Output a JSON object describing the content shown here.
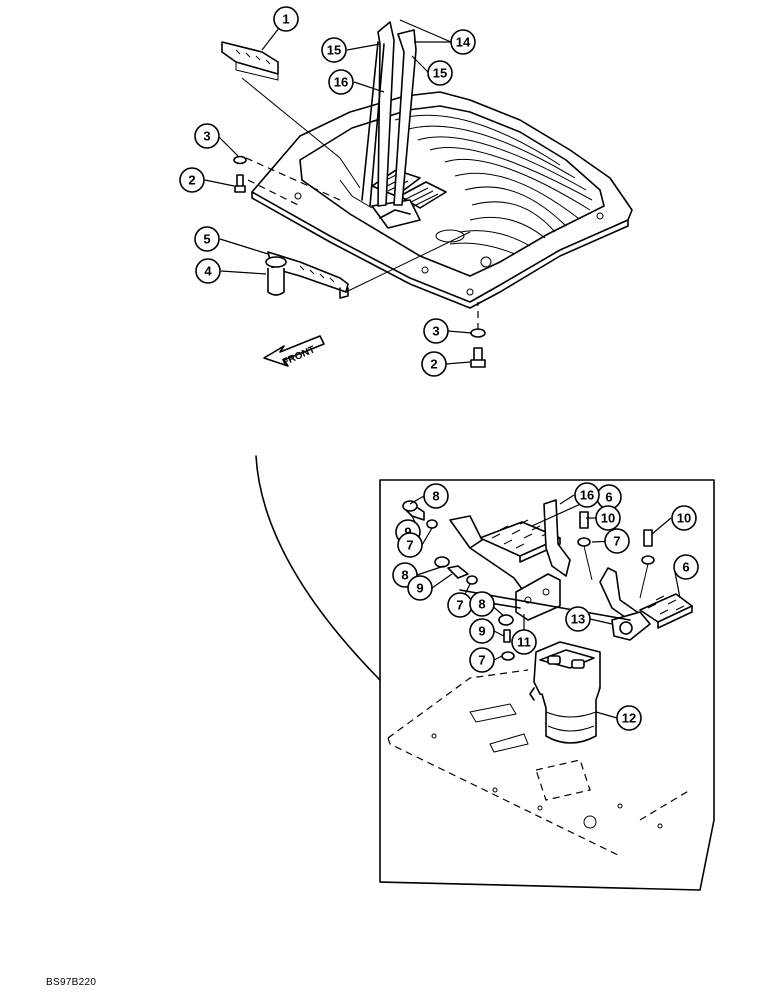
{
  "figure": {
    "code": "BS97B220",
    "direction_label": "FRONT"
  },
  "callouts": [
    {
      "id": "c1",
      "label": "1"
    },
    {
      "id": "c14",
      "label": "14"
    },
    {
      "id": "c15a",
      "label": "15"
    },
    {
      "id": "c15b",
      "label": "15"
    },
    {
      "id": "c16a",
      "label": "16"
    },
    {
      "id": "c3a",
      "label": "3"
    },
    {
      "id": "c2a",
      "label": "2"
    },
    {
      "id": "c5",
      "label": "5"
    },
    {
      "id": "c4",
      "label": "4"
    },
    {
      "id": "c3b",
      "label": "3"
    },
    {
      "id": "c2b",
      "label": "2"
    },
    {
      "id": "c8a",
      "label": "8"
    },
    {
      "id": "c6a",
      "label": "6"
    },
    {
      "id": "c16b",
      "label": "16"
    },
    {
      "id": "c10a",
      "label": "10"
    },
    {
      "id": "c10b",
      "label": "10"
    },
    {
      "id": "c9a",
      "label": "9"
    },
    {
      "id": "c7a",
      "label": "7"
    },
    {
      "id": "c7b",
      "label": "7"
    },
    {
      "id": "c8b",
      "label": "8"
    },
    {
      "id": "c9b",
      "label": "9"
    },
    {
      "id": "c7c",
      "label": "7"
    },
    {
      "id": "c6b",
      "label": "6"
    },
    {
      "id": "c8c",
      "label": "8"
    },
    {
      "id": "c13",
      "label": "13"
    },
    {
      "id": "c9c",
      "label": "9"
    },
    {
      "id": "c11",
      "label": "11"
    },
    {
      "id": "c7d",
      "label": "7"
    },
    {
      "id": "c12",
      "label": "12"
    }
  ]
}
